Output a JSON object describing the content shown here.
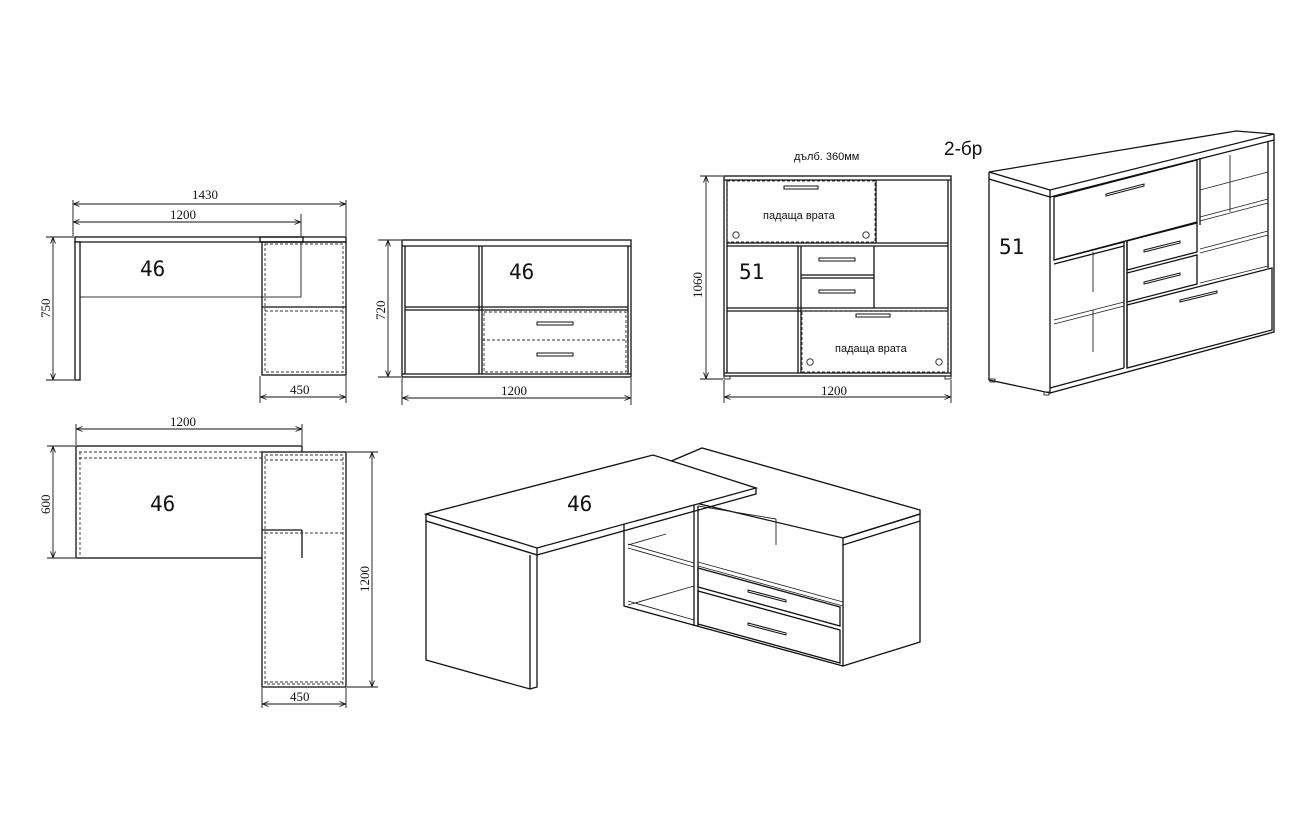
{
  "desk_front": {
    "dim_total": "1430",
    "dim_top": "1200",
    "dim_height": "750",
    "dim_depth": "450",
    "model": "46"
  },
  "cabinet_46_front": {
    "dim_height": "720",
    "dim_width": "1200",
    "model": "46"
  },
  "cabinet_51_front": {
    "depth_note": "дълб. 360мм",
    "dim_height": "1060",
    "dim_width": "1200",
    "model": "51",
    "door_top_label": "падаща врата",
    "door_bottom_label": "падаща врата"
  },
  "cabinet_51_iso": {
    "quantity_note": "2-бр",
    "model": "51"
  },
  "desk_plan": {
    "dim_top": "1200",
    "dim_left": "600",
    "dim_right": "1200",
    "dim_bottom": "450",
    "model": "46"
  },
  "desk_iso": {
    "model": "46"
  }
}
